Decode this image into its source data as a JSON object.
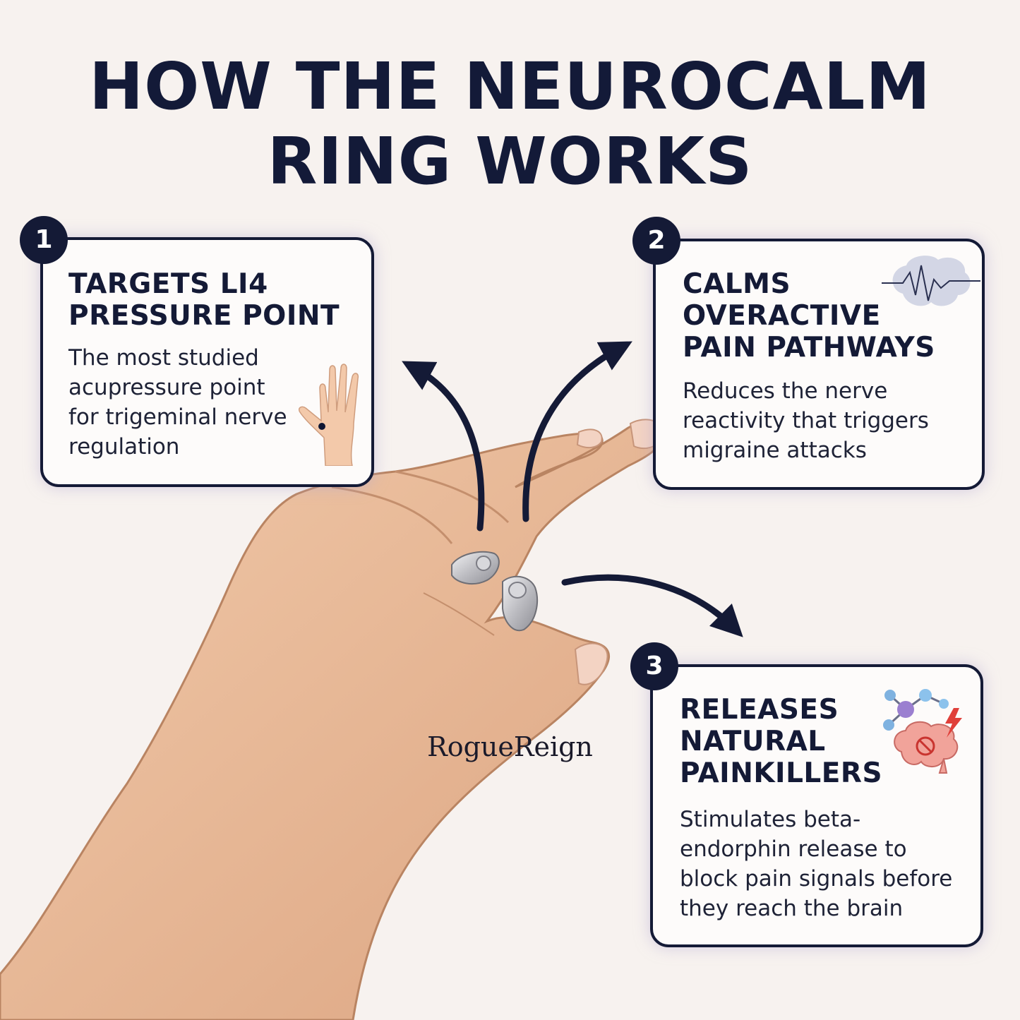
{
  "title": {
    "line1": "HOW THE NEUROCALM",
    "line2": "RING WORKS"
  },
  "steps": [
    {
      "number": "1",
      "heading_line1": "TARGETS LI4",
      "heading_line2": "PRESSURE POINT",
      "description": "The most studied acupressure point for trigeminal nerve regulation",
      "icon": "hand-pressure-point-icon"
    },
    {
      "number": "2",
      "heading_line1": "CALMS",
      "heading_line2": "OVERACTIVE",
      "heading_line3": "PAIN PATHWAYS",
      "description": "Reduces the nerve reactivity that triggers migraine attacks",
      "icon": "brain-wave-icon"
    },
    {
      "number": "3",
      "heading_line1": "RELEASES",
      "heading_line2": "NATURAL",
      "heading_line3": "PAINKILLERS",
      "description": "Stimulates beta-endorphin release to block pain signals before they reach the brain",
      "icon": "molecule-brain-icon"
    }
  ],
  "brand": "RogueReign",
  "colors": {
    "navy": "#141a36",
    "background": "#f7f2ef",
    "skin": "#e8b896",
    "ring": "#c9c9cc",
    "alert_red": "#e0403a"
  }
}
